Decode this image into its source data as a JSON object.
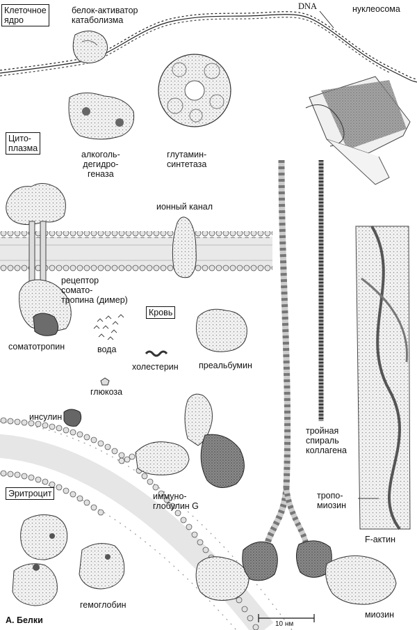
{
  "compartments": {
    "nucleus": "Клеточное\nядро",
    "cytoplasm": "Цито-\nплазма",
    "blood": "Кровь",
    "erythrocyte": "Эритроцит"
  },
  "labels": {
    "cap": "белок-активатор\nкатаболизма",
    "dna": "DNA",
    "nucleosome": "нуклеосома",
    "adh": "алкоголь-\nдегидро-\nгеназа",
    "glutamine": "глутамин-\nсинтетаза",
    "ion_channel": "ионный канал",
    "receptor": "рецептор\nсомато-\nтропина (димер)",
    "somatotropin": "соматотропин",
    "water": "вода",
    "cholesterol": "холестерин",
    "prealbumin": "преальбумин",
    "glucose": "глюкоза",
    "insulin": "инсулин",
    "igg": "иммуно-\nглобулин G",
    "collagen": "тройная\nспираль\nколлагена",
    "tropomyosin": "тропо-\nмиозин",
    "f_actin": "F-актин",
    "hemoglobin": "гемоглобин",
    "myosin": "миозин",
    "scale": "10 нм",
    "panel": "А. Белки"
  }
}
